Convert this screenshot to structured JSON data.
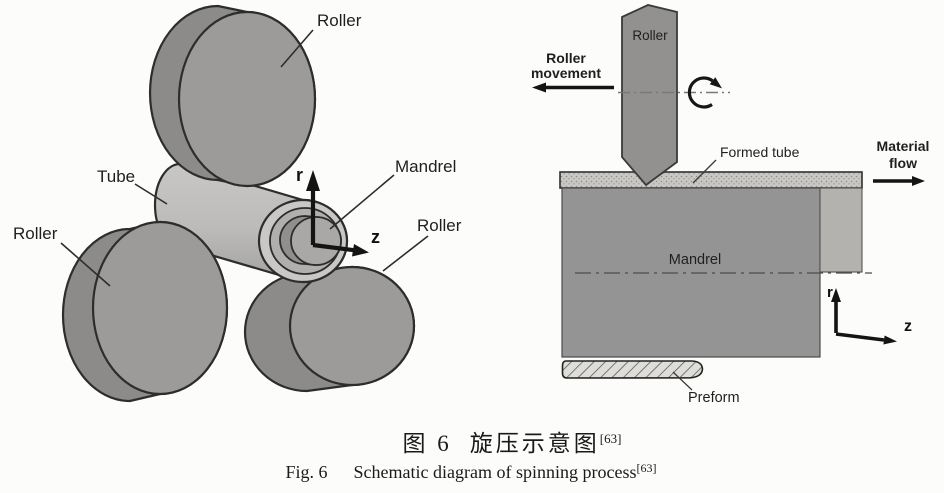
{
  "caption": {
    "zh_fig": "图 6",
    "zh_text": "旋压示意图",
    "zh_ref": "[63]",
    "en_fig": "Fig. 6",
    "en_text": "Schematic diagram of spinning process",
    "en_ref": "[63]"
  },
  "left_diagram": {
    "labels": {
      "roller_top": "Roller",
      "roller_left": "Roller",
      "roller_right": "Roller",
      "tube": "Tube",
      "mandrel": "Mandrel",
      "axis_r": "r",
      "axis_z": "z"
    }
  },
  "right_diagram": {
    "labels": {
      "roller": "Roller",
      "roller_movement_line1": "Roller",
      "roller_movement_line2": "movement",
      "formed_tube": "Formed tube",
      "material_flow_line1": "Material",
      "material_flow_line2": "flow",
      "mandrel": "Mandrel",
      "preform": "Preform",
      "axis_r": "r",
      "axis_z": "z"
    }
  },
  "colors": {
    "background": "#fcfcfb",
    "outline": "#2d2d2d",
    "roller_face": "#9c9b99",
    "roller_rim": "#8c8b89",
    "tube_light": "#c8c7c5",
    "tube_dark": "#a3a2a0",
    "tube_end_face": "#c9c8c6",
    "tube_hole": "#b0afad",
    "mandrel_face": "#a9a8a6",
    "mandrel_rim": "#908f8d",
    "right_roller_fill": "#929190",
    "formed_tube_fill": "#c9c8c4",
    "mandrel_rect_fill": "#949494",
    "tube_end_strip": "#b3b2af",
    "preform_fill": "#deddd9",
    "arrow_black": "#141414"
  }
}
